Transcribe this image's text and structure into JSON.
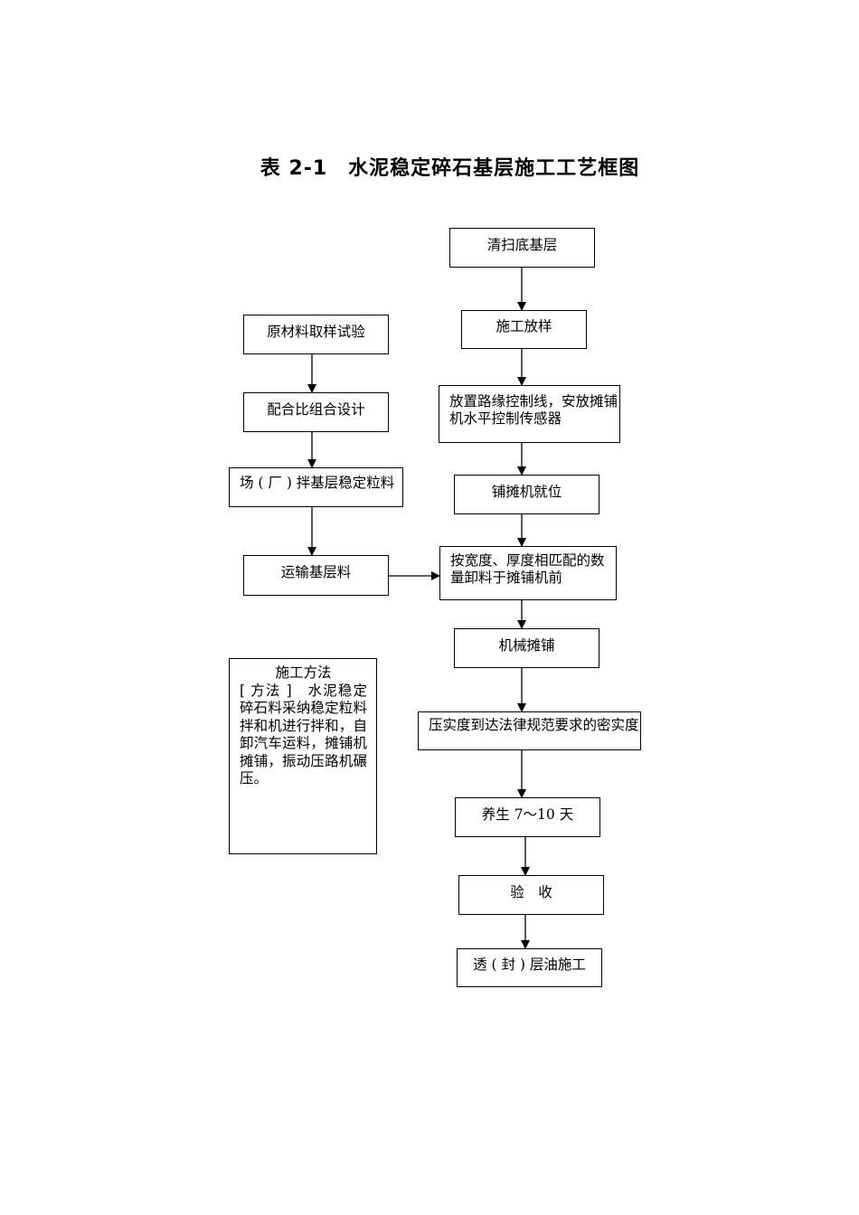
{
  "title": "表 2-1　水泥稳定碎石基层施工工艺框图",
  "right_flow": [
    "清扫底基层",
    "施工放样",
    "放置路缘控制线，安放摊铺机水平控制传感器",
    "铺摊机就位",
    "按宽度、厚度相匹配的数量卸料于摊铺机前",
    "机械摊铺",
    "压实度到达法律规范要求的密实度",
    "养生 7～10 天",
    "验　收",
    "透 ( 封 ) 层油施工"
  ],
  "left_flow": [
    "原材料取样试验",
    "配合比组合设计",
    "场 ( 厂 ) 拌基层稳定粒料",
    "运输基层料"
  ],
  "method_note": {
    "heading": "施工方法",
    "body": "[ 方法 ]　水泥稳定碎石料采纳稳定粒料拌和机进行拌和，自卸汽车运料，摊铺机摊铺，振动压路机碾压。"
  }
}
